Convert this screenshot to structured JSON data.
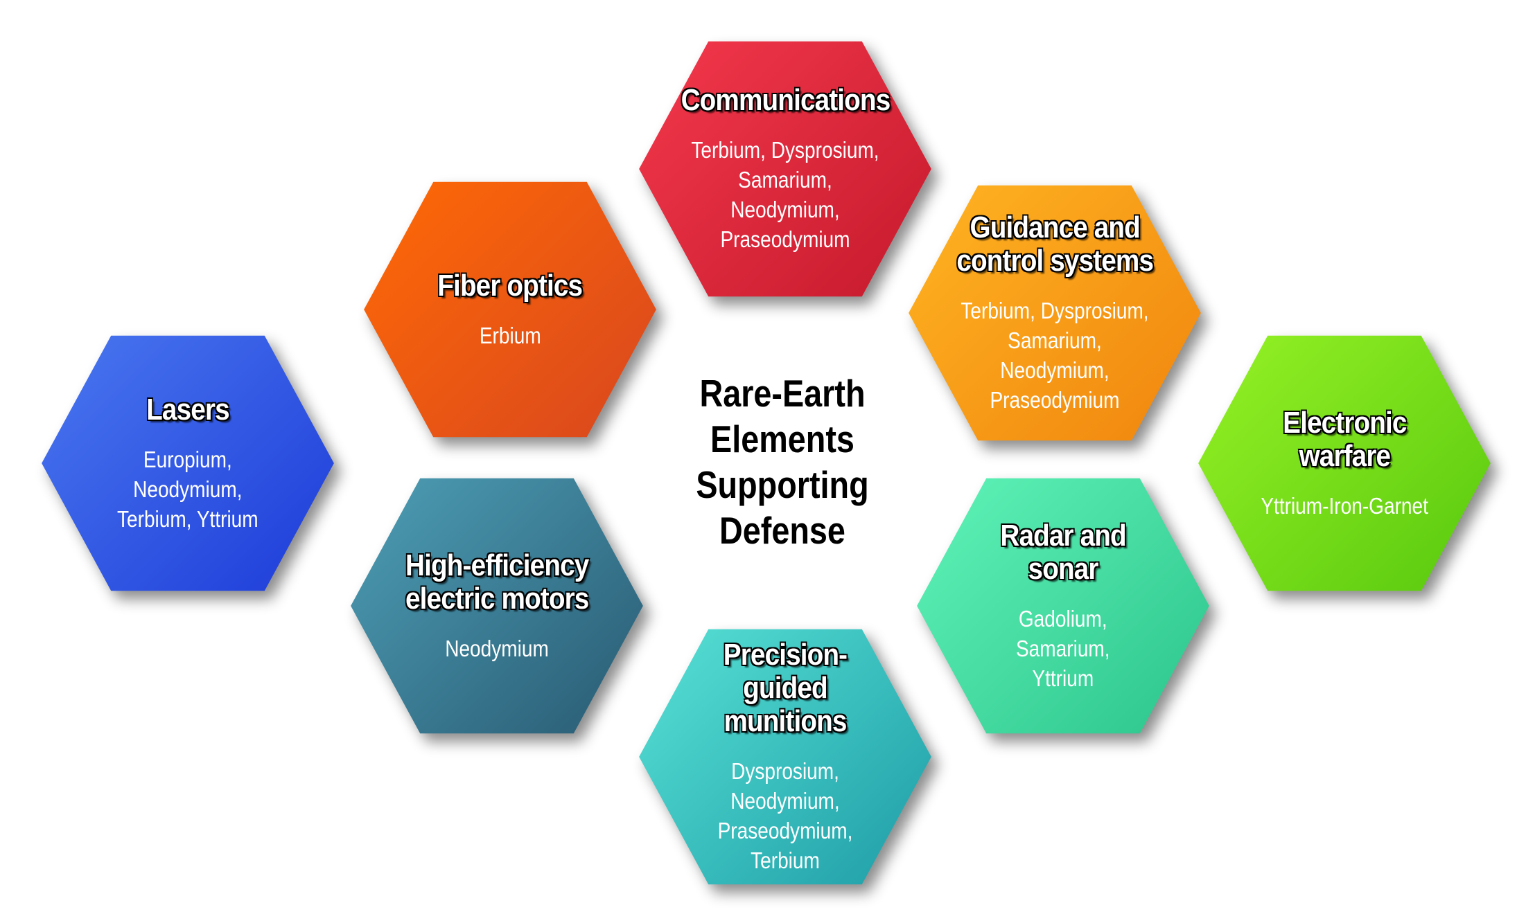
{
  "center_title": "Rare-Earth\nElements\nSupporting\nDefense",
  "hexagons": [
    {
      "id": "communications",
      "title": "Communications",
      "elements": "Terbium, Dysprosium,\nSamarium, Neodymium,\nPraseodymium",
      "color_start": "#f4384c",
      "color_end": "#c51a2c"
    },
    {
      "id": "fiber-optics",
      "title": "Fiber optics",
      "elements": "Erbium",
      "color_start": "#ff6a05",
      "color_end": "#d8461f"
    },
    {
      "id": "guidance",
      "title": "Guidance and\ncontrol systems",
      "elements": "Terbium, Dysprosium,\nSamarium, Neodymium,\nPraseodymium",
      "color_start": "#ffb422",
      "color_end": "#f0850e"
    },
    {
      "id": "lasers",
      "title": "Lasers",
      "elements": "Europium,\nNeodymium,\nTerbium, Yttrium",
      "color_start": "#4a78f0",
      "color_end": "#1d3bd8"
    },
    {
      "id": "electronic-warfare",
      "title": "Electronic\nwarfare",
      "elements": "Yttrium-Iron-Garnet",
      "color_start": "#96f226",
      "color_end": "#58c80e"
    },
    {
      "id": "motors",
      "title": "High-efficiency\nelectric motors",
      "elements": "Neodymium",
      "color_start": "#4e9fb6",
      "color_end": "#285a72"
    },
    {
      "id": "radar",
      "title": "Radar and\nsonar",
      "elements": "Gadolium,\nSamarium,\nYttrium",
      "color_start": "#60f4b8",
      "color_end": "#2cc48c"
    },
    {
      "id": "precision",
      "title": "Precision-\nguided munitions",
      "elements": "Dysprosium, Neodymium,\nPraseodymium,\nTerbium",
      "color_start": "#58e2d6",
      "color_end": "#1e9ca6"
    }
  ]
}
